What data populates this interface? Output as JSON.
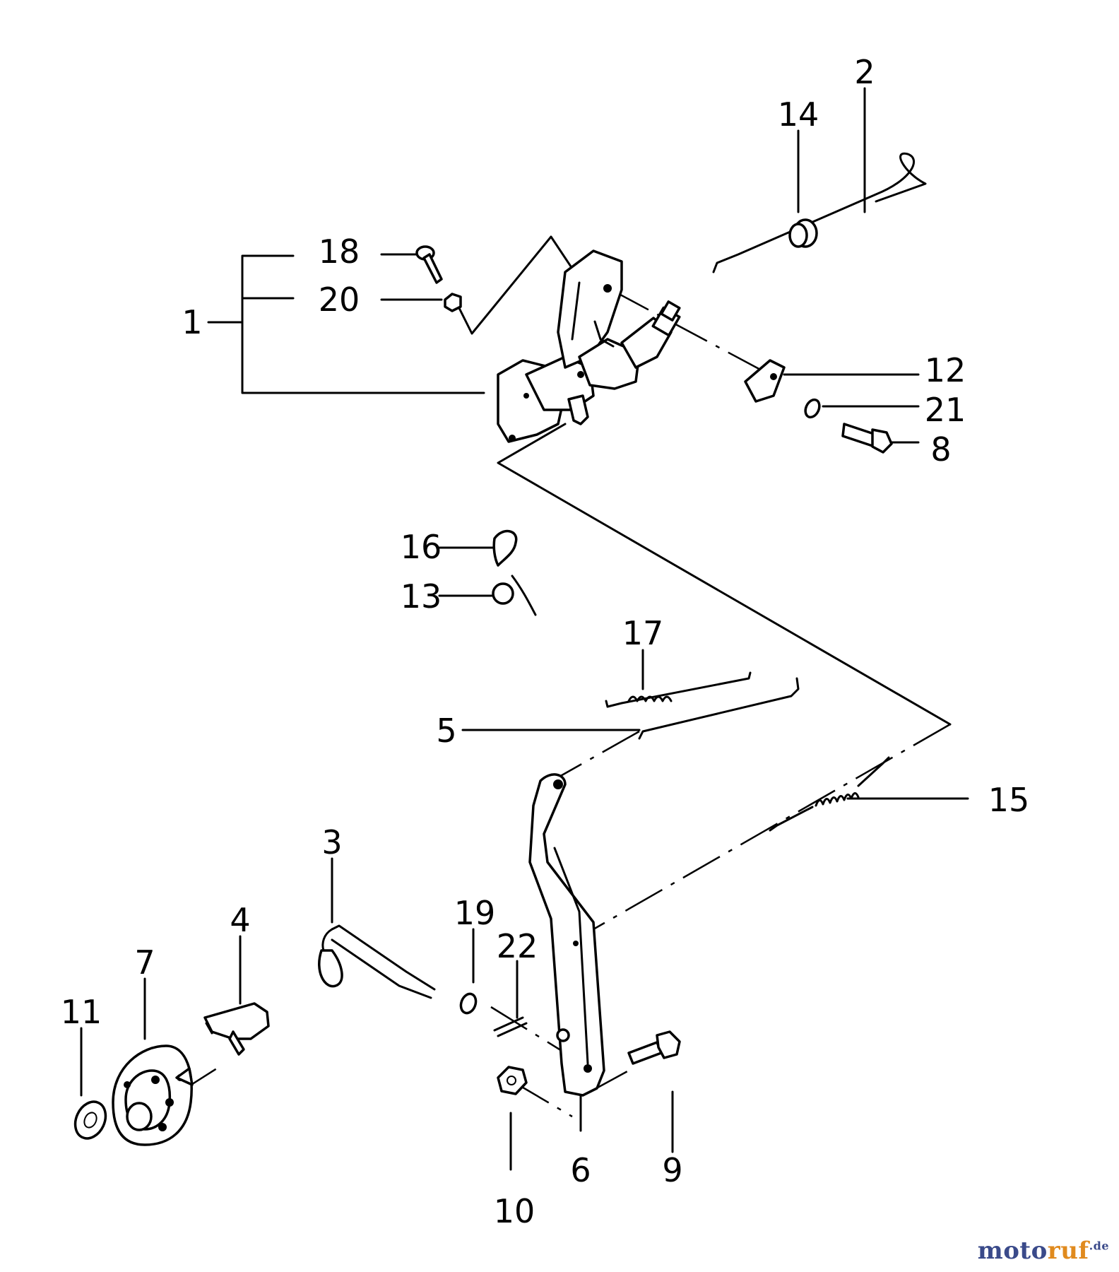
{
  "diagram": {
    "callouts": [
      {
        "id": "p1",
        "label": "1"
      },
      {
        "id": "p2",
        "label": "2"
      },
      {
        "id": "p3",
        "label": "3"
      },
      {
        "id": "p4",
        "label": "4"
      },
      {
        "id": "p5",
        "label": "5"
      },
      {
        "id": "p6",
        "label": "6"
      },
      {
        "id": "p7",
        "label": "7"
      },
      {
        "id": "p8",
        "label": "8"
      },
      {
        "id": "p9",
        "label": "9"
      },
      {
        "id": "p10",
        "label": "10"
      },
      {
        "id": "p11",
        "label": "11"
      },
      {
        "id": "p12",
        "label": "12"
      },
      {
        "id": "p13",
        "label": "13"
      },
      {
        "id": "p14",
        "label": "14"
      },
      {
        "id": "p15",
        "label": "15"
      },
      {
        "id": "p16",
        "label": "16"
      },
      {
        "id": "p17",
        "label": "17"
      },
      {
        "id": "p18",
        "label": "18"
      },
      {
        "id": "p19",
        "label": "19"
      },
      {
        "id": "p20",
        "label": "20"
      },
      {
        "id": "p21",
        "label": "21"
      },
      {
        "id": "p22",
        "label": "22"
      }
    ]
  },
  "watermark": {
    "brand_a": "moto",
    "brand_b": "ruf",
    "suffix": ".de",
    "colors": {
      "brand_a": "#3a4a8a",
      "brand_b": "#e08a1e"
    }
  }
}
